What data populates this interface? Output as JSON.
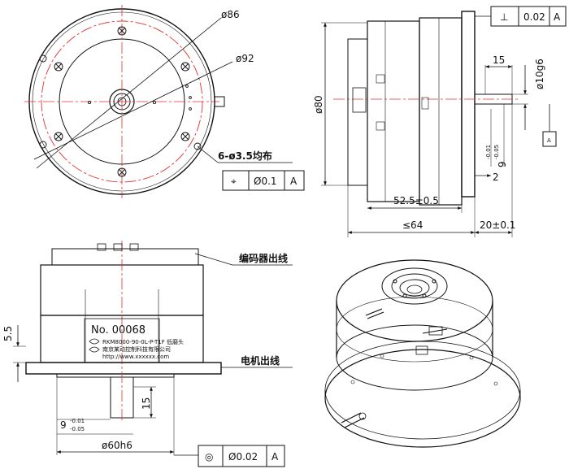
{
  "top_view": {
    "dia_86": "ø86",
    "dia_92": "ø92",
    "holes": "6-ø3.5均布",
    "tolerance": {
      "symbol": "⌖",
      "value": "Ø0.1",
      "datum": "A"
    }
  },
  "side_view": {
    "dia_80": "ø80",
    "shaft_dia": "ø10g6",
    "shaft_len": "15",
    "key_upper": "-0.01",
    "key_lower": "-0.05",
    "key_base": "9",
    "step": "2",
    "body_len": "52.5±0.5",
    "total_len": "≤64",
    "flange": "20±0.1",
    "flatness": {
      "symbol": "⊥",
      "value": "0.02",
      "datum": "A"
    },
    "datum_tag": "A"
  },
  "front_view": {
    "dim_55": "5.5",
    "encoder_label": "编码器出线",
    "motor_label": "电机出线",
    "plate_number": "No. 00068",
    "plate_line1": "RKM8000-90-0L-P-T1F 低磨头",
    "plate_line2": "南京某动控制科技有限公司",
    "plate_line3": "http://www.xxxxxx.com",
    "dim_15": "15",
    "key_upper": "-0.01",
    "key_lower": "-0.05",
    "key_base": "9",
    "dia_60": "ø60h6",
    "concentricity": {
      "symbol": "◎",
      "value": "Ø0.02",
      "datum": "A"
    }
  }
}
